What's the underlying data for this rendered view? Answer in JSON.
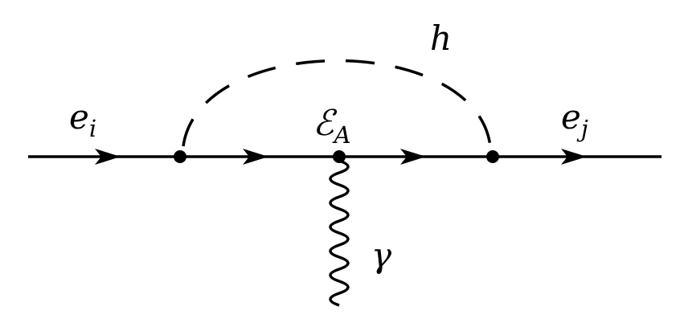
{
  "diagram": {
    "labels": {
      "incoming": {
        "base": "e",
        "sub": "i"
      },
      "outgoing": {
        "base": "e",
        "sub": "j"
      },
      "vertex": {
        "base": "ℰ",
        "sub": "A"
      },
      "scalar": {
        "text": "h"
      },
      "photon": {
        "text": "γ"
      }
    },
    "line_color": "#000000",
    "background": "#ffffff"
  }
}
